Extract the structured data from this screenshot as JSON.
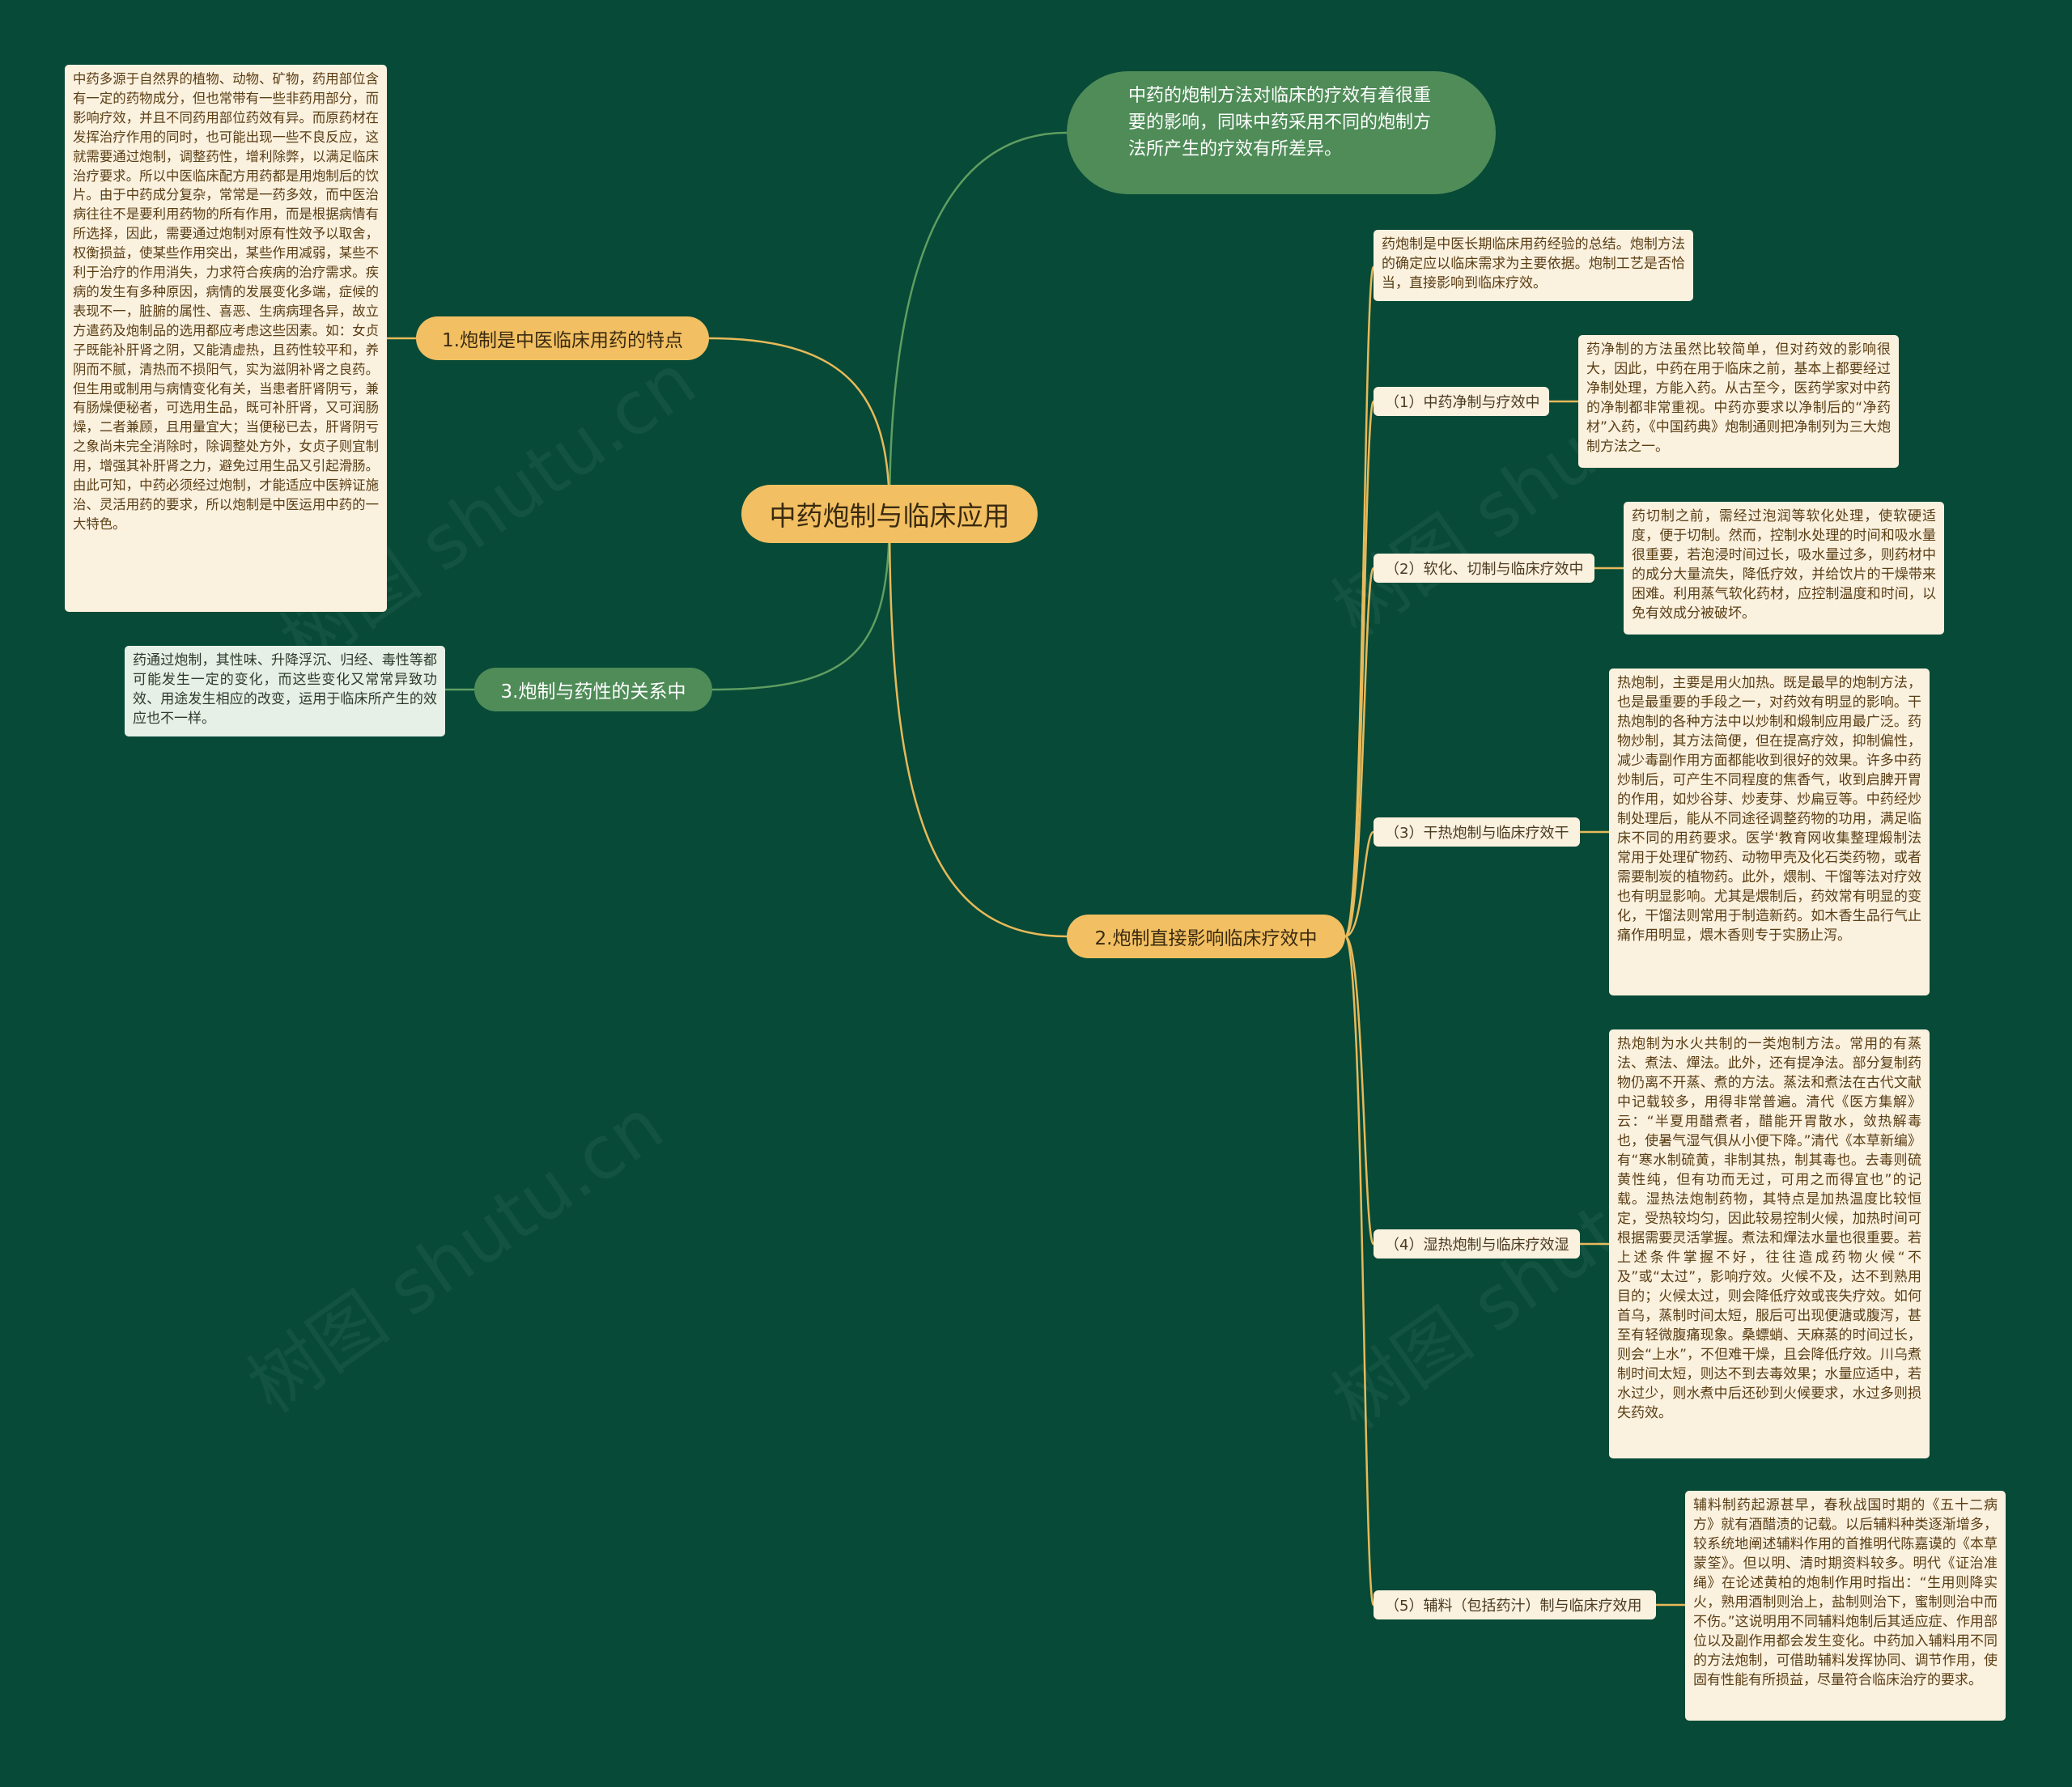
{
  "root": "中药炮制与临床应用",
  "intro": "中药的炮制方法对临床的疗效有着很重要的影响，同味中药采用不同的炮制方法所产生的疗效有所差异。",
  "branch1": {
    "label": "1.炮制是中医临床用药的特点",
    "text": "中药多源于自然界的植物、动物、矿物，药用部位含有一定的药物成分，但也常带有一些非药用部分，而影响疗效，并且不同药用部位药效有异。而原药材在发挥治疗作用的同时，也可能出现一些不良反应，这就需要通过炮制，调整药性，增利除弊，以满足临床治疗要求。所以中医临床配方用药都是用炮制后的饮片。由于中药成分复杂，常常是一药多效，而中医治病往往不是要利用药物的所有作用，而是根据病情有所选择，因此，需要通过炮制对原有性效予以取舍，权衡损益，使某些作用突出，某些作用减弱，某些不利于治疗的作用消失，力求符合疾病的治疗需求。疾病的发生有多种原因，病情的发展变化多端，症候的表现不一，脏腑的属性、喜恶、生病病理各异，故立方遣药及炮制品的选用都应考虑这些因素。如：女贞子既能补肝肾之阴，又能清虚热，且药性较平和，养阴而不腻，清热而不损阳气，实为滋阴补肾之良药。但生用或制用与病情变化有关，当患者肝肾阴亏，兼有肠燥便秘者，可选用生品，既可补肝肾，又可润肠燥，二者兼顾，且用量宜大；当便秘已去，肝肾阴亏之象尚未完全消除时，除调整处方外，女贞子则宜制用，增强其补肝肾之力，避免过用生品又引起滑肠。由此可知，中药必须经过炮制，才能适应中医辨证施治、灵活用药的要求，所以炮制是中医运用中药的一大特色。"
  },
  "branch3": {
    "label": "3.炮制与药性的关系中",
    "text": "药通过炮制，其性味、升降浮沉、归经、毒性等都可能发生一定的变化，而这些变化又常常异致功效、用途发生相应的改变，运用于临床所产生的效应也不一样。"
  },
  "branch2": {
    "label": "2.炮制直接影响临床疗效中",
    "top_text": "药炮制是中医长期临床用药经验的总结。炮制方法的确定应以临床需求为主要依据。炮制工艺是否恰当，直接影响到临床疗效。",
    "subs": [
      {
        "label": "（1）中药净制与疗效中",
        "text": "药净制的方法虽然比较简单，但对药效的影响很大，因此，中药在用于临床之前，基本上都要经过净制处理，方能入药。从古至今，医药学家对中药的净制都非常重视。中药亦要求以净制后的“净药材”入药，《中国药典》炮制通则把净制列为三大炮制方法之一。"
      },
      {
        "label": "（2）软化、切制与临床疗效中",
        "text": "药切制之前，需经过泡润等软化处理，使软硬适度，便于切制。然而，控制水处理的时间和吸水量很重要，若泡浸时间过长，吸水量过多，则药材中的成分大量流失，降低疗效，并给饮片的干燥带来困难。利用蒸气软化药材，应控制温度和时间，以免有效成分被破坏。"
      },
      {
        "label": "（3）干热炮制与临床疗效干",
        "text": "热炮制，主要是用火加热。既是最早的炮制方法，也是最重要的手段之一，对药效有明显的影响。干热炮制的各种方法中以炒制和煅制应用最广泛。药物炒制，其方法简便，但在提高疗效，抑制偏性，减少毒副作用方面都能收到很好的效果。许多中药炒制后，可产生不同程度的焦香气，收到启脾开胃的作用，如炒谷芽、炒麦芽、炒扁豆等。中药经炒制处理后，能从不同途径调整药物的功用，满足临床不同的用药要求。医学'教育网收集整理煅制法常用于处理矿物药、动物甲壳及化石类药物，或者需要制炭的植物药。此外，煨制、干馏等法对疗效也有明显影响。尤其是煨制后，药效常有明显的变化，干馏法则常用于制造新药。如木香生品行气止痛作用明显，煨木香则专于实肠止泻。"
      },
      {
        "label": "（4）湿热炮制与临床疗效湿",
        "text": "热炮制为水火共制的一类炮制方法。常用的有蒸法、煮法、燀法。此外，还有提净法。部分复制药物仍离不开蒸、煮的方法。蒸法和煮法在古代文献中记载较多，用得非常普遍。清代《医方集解》云：“半夏用醋煮者，醋能开胃散水，敛热解毒也，使暑气湿气俱从小便下降。”清代《本草新编》有“寒水制硫黄，非制其热，制其毒也。去毒则硫黄性纯，但有功而无过，可用之而得宜也”的记载。湿热法炮制药物，其特点是加热温度比较恒定，受热较均匀，因此较易控制火候，加热时间可根据需要灵活掌握。煮法和燀法水量也很重要。若上述条件掌握不好，往往造成药物火候“不及”或“太过”，影响疗效。火候不及，达不到熟用目的；火候太过，则会降低疗效或丧失疗效。如何首乌，蒸制时间太短，服后可出现便溏或腹泻，甚至有轻微腹痛现象。桑螵蛸、天麻蒸的时间过长，则会“上水”，不但难干燥，且会降低疗效。川乌煮制时间太短，则达不到去毒效果；水量应适中，若水过少，则水煮中后还砂到火候要求，水过多则损失药效。"
      },
      {
        "label": "（5）辅料（包括药汁）制与临床疗效用",
        "text": "辅料制药起源甚早，春秋战国时期的《五十二病方》就有酒醋渍的记载。以后辅料种类逐渐增多，较系统地阐述辅料作用的首推明代陈嘉谟的《本草蒙筌》。但以明、清时期资料较多。明代《证治准绳》在论述黄柏的炮制作用时指出：“生用则降实火，熟用酒制则治上，盐制则治下，蜜制则治中而不伤。”这说明用不同辅料炮制后其适应症、作用部位以及副作用都会发生变化。中药加入辅料用不同的方法炮制，可借助辅料发挥协同、调节作用，使固有性能有所损益，尽量符合临床治疗的要求。"
      }
    ]
  },
  "watermark": "树图 shutu.cn",
  "colors": {
    "background": "#074a37",
    "yellow": "#f2c062",
    "green": "#4f8c58",
    "leaf": "#fbf1df",
    "line_yellow": "#e7b95a",
    "line_green": "#5f9e62"
  }
}
